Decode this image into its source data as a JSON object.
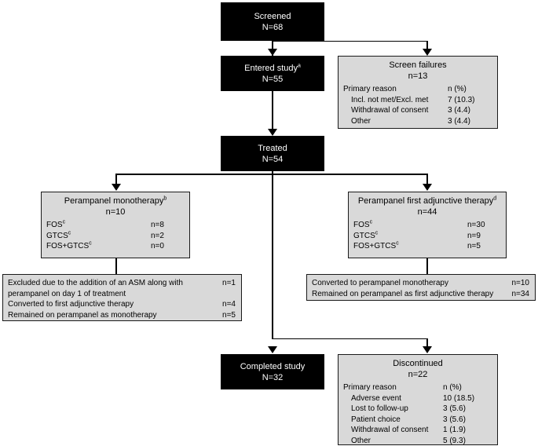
{
  "diagram": {
    "title": "CONSORT-style patient disposition flow diagram",
    "colors": {
      "primary_box": "#000000",
      "secondary_box": "#d9d9d9",
      "border": "#1a1a1a",
      "line": "#000000"
    },
    "nodes": {
      "screened": {
        "label": "Screened",
        "count": "N=68"
      },
      "entered_study": {
        "label": "Entered study",
        "superscript": "a",
        "count": "N=55"
      },
      "treated": {
        "label": "Treated",
        "count": "N=54"
      },
      "completed_study": {
        "label": "Completed study",
        "count": "N=32"
      },
      "screen_failures": {
        "label": "Screen failures",
        "count": "n=13",
        "reason_header": "Primary reason",
        "value_header": "n (%)",
        "reasons": [
          {
            "label": "Incl. not met/Excl. met",
            "value": "7 (10.3)"
          },
          {
            "label": "Withdrawal of consent",
            "value": "3 (4.4)"
          },
          {
            "label": "Other",
            "value": "3 (4.4)"
          }
        ]
      },
      "discontinued": {
        "label": "Discontinued",
        "count": "n=22",
        "reason_header": "Primary reason",
        "value_header": "n (%)",
        "reasons": [
          {
            "label": "Adverse event",
            "value": "10 (18.5)"
          },
          {
            "label": "Lost to follow-up",
            "value": "3 (5.6)"
          },
          {
            "label": "Patient choice",
            "value": "3 (5.6)"
          },
          {
            "label": "Withdrawal of consent",
            "value": "1 (1.9)"
          },
          {
            "label": "Other",
            "value": "5 (9.3)"
          }
        ]
      },
      "monotherapy": {
        "label": "Perampanel monotherapy",
        "superscript": "b",
        "count": "n=10",
        "rows": [
          {
            "label": "FOS",
            "superscript": "c",
            "value": "n=8"
          },
          {
            "label": "GTCS",
            "superscript": "c",
            "value": "n=2"
          },
          {
            "label": "FOS+GTCS",
            "superscript": "c",
            "value": "n=0"
          }
        ]
      },
      "adjunctive": {
        "label": "Perampanel first adjunctive therapy",
        "superscript": "d",
        "count": "n=44",
        "rows": [
          {
            "label": "FOS",
            "superscript": "c",
            "value": "n=30"
          },
          {
            "label": "GTCS",
            "superscript": "c",
            "value": "n=9"
          },
          {
            "label": "FOS+GTCS",
            "superscript": "c",
            "value": "n=5"
          }
        ]
      },
      "monotherapy_outcomes": {
        "rows": [
          {
            "label": "Excluded due to the addition of an ASM along with",
            "value": "n=1"
          },
          {
            "label": "perampanel on day 1 of treatment",
            "value": ""
          },
          {
            "label": "Converted to first adjunctive therapy",
            "value": "n=4"
          },
          {
            "label": "Remained on perampanel as monotherapy",
            "value": "n=5"
          }
        ]
      },
      "adjunctive_outcomes": {
        "rows": [
          {
            "label": "Converted to perampanel monotherapy",
            "value": "n=10"
          },
          {
            "label": "Remained on perampanel as first adjunctive therapy",
            "value": "n=34"
          }
        ]
      }
    }
  }
}
